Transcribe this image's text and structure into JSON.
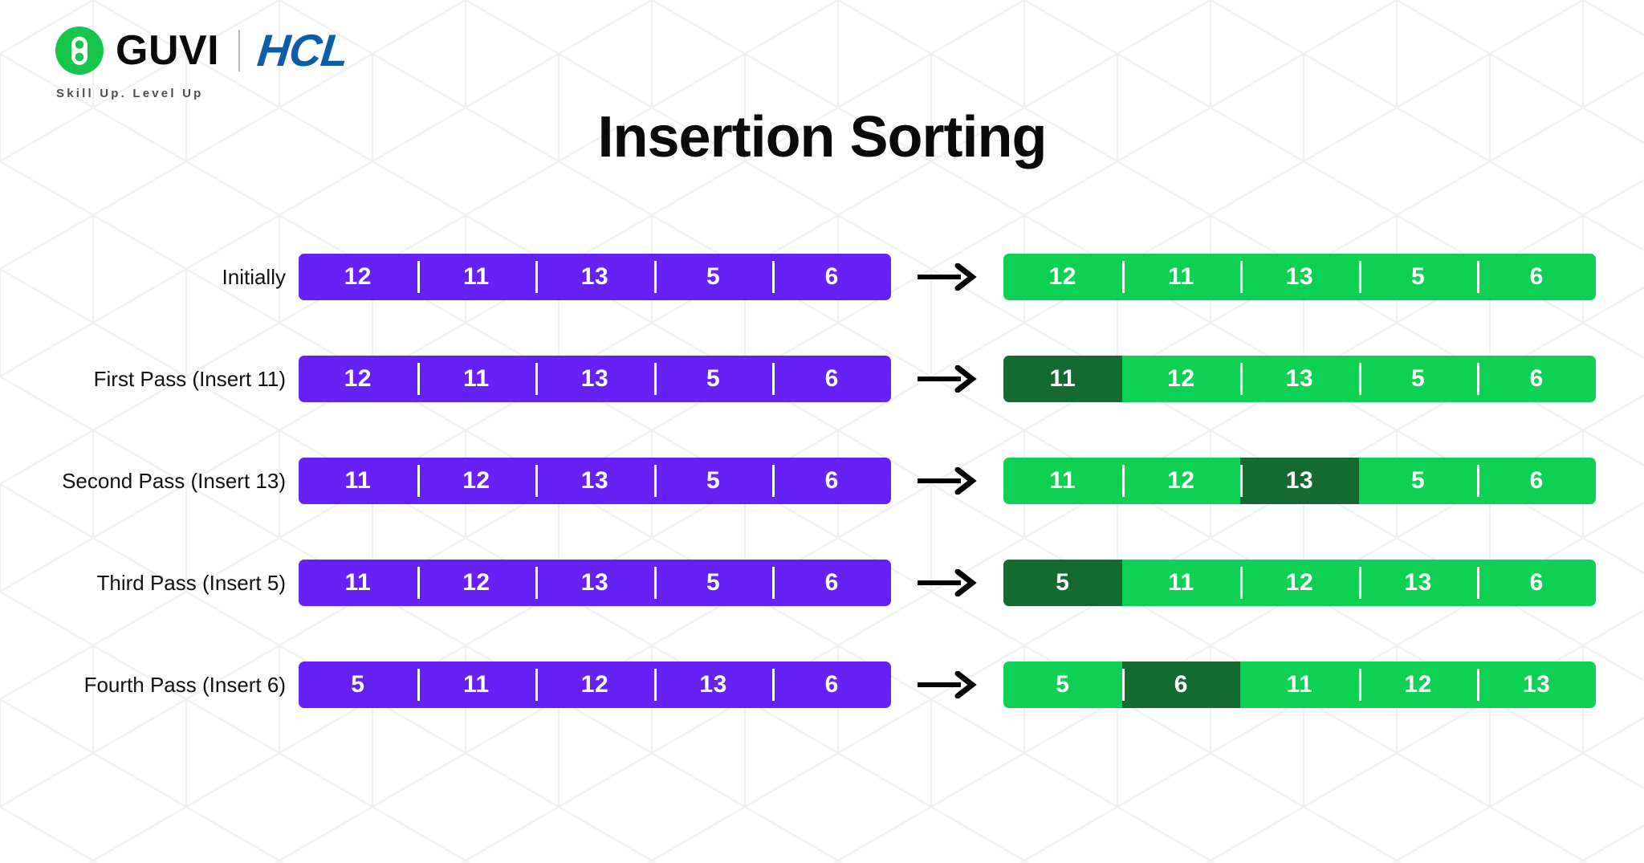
{
  "brand": {
    "logo_icon": "guvi-g-mark",
    "wordmark": "GUVI",
    "partner_wordmark": "HCL",
    "tagline": "Skill Up. Level Up",
    "guvi_green": "#16c54b",
    "hcl_blue": "#0b5faa"
  },
  "title": "Insertion Sorting",
  "colors": {
    "purple": "#6622f5",
    "green": "#0ed154",
    "green_highlight": "#146b2f",
    "text_dark": "#111111",
    "background": "#ffffff",
    "pattern": "#f3f3f4"
  },
  "arrow_icon": "arrow-right-icon",
  "rows": [
    {
      "label": "Initially",
      "before": [
        "12",
        "11",
        "13",
        "5",
        "6"
      ],
      "after": [
        "12",
        "11",
        "13",
        "5",
        "6"
      ],
      "highlight_index": -1
    },
    {
      "label": "First Pass (Insert 11)",
      "before": [
        "12",
        "11",
        "13",
        "5",
        "6"
      ],
      "after": [
        "11",
        "12",
        "13",
        "5",
        "6"
      ],
      "highlight_index": 0
    },
    {
      "label": "Second Pass (Insert 13)",
      "before": [
        "11",
        "12",
        "13",
        "5",
        "6"
      ],
      "after": [
        "11",
        "12",
        "13",
        "5",
        "6"
      ],
      "highlight_index": 2
    },
    {
      "label": "Third Pass (Insert 5)",
      "before": [
        "11",
        "12",
        "13",
        "5",
        "6"
      ],
      "after": [
        "5",
        "11",
        "12",
        "13",
        "6"
      ],
      "highlight_index": 0
    },
    {
      "label": "Fourth Pass (Insert 6)",
      "before": [
        "5",
        "11",
        "12",
        "13",
        "6"
      ],
      "after": [
        "5",
        "6",
        "11",
        "12",
        "13"
      ],
      "highlight_index": 1
    }
  ]
}
